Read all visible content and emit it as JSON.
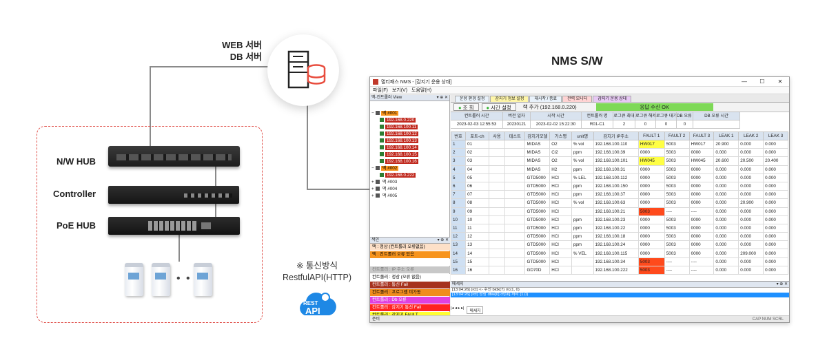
{
  "diagram": {
    "labels": {
      "nw_hub": "N/W HUB",
      "controller": "Controller",
      "poe_hub": "PoE HUB",
      "web_server": "WEB 서버",
      "db_server": "DB 서버",
      "nms_title": "NMS S/W",
      "comm_method": "※ 통신방식",
      "comm_api": "RestfulAPI(HTTP)",
      "rest_logo_top": "REST",
      "rest_logo_bottom": "API",
      "sensor_ellipsis": "• • •"
    },
    "colors": {
      "dashed_border": "#e0504a",
      "server_accent": "#e84c3d",
      "rest_blue": "#1e88e5"
    }
  },
  "window": {
    "title": "멀티패스 NMS - [감지기 운용 상태]",
    "controls": [
      "—",
      "☐",
      "✕"
    ],
    "menu": [
      "파일(F)",
      "보기(V)",
      "도움말(H)"
    ],
    "left_pane_title": "맥-컨트롤러 View",
    "pane_controls": "▾ ⊕ ✕",
    "tree": [
      {
        "label": "맥 #001",
        "kind": "site",
        "expanded": "−"
      },
      {
        "label": "192.168.0.220",
        "kind": "ip"
      },
      {
        "label": "192.168.100.11",
        "kind": "ip"
      },
      {
        "label": "192.168.100.12",
        "kind": "ip"
      },
      {
        "label": "192.168.100.13",
        "kind": "ip"
      },
      {
        "label": "192.168.100.14",
        "kind": "ip"
      },
      {
        "label": "192.168.100.15",
        "kind": "ip"
      },
      {
        "label": "192.168.100.16",
        "kind": "ip"
      },
      {
        "label": "맥 #002",
        "kind": "site",
        "expanded": "−"
      },
      {
        "label": "192.168.0.222",
        "kind": "ip"
      },
      {
        "label": "맥 #003",
        "kind": "plain",
        "expanded": "+"
      },
      {
        "label": "맥 #004",
        "kind": "plain",
        "expanded": "+"
      },
      {
        "label": "맥 #005",
        "kind": "plain",
        "expanded": "+"
      }
    ],
    "legend_title": "색인",
    "legend": [
      {
        "text": "맥 : 정상 (컨트롤러 오류없음)",
        "bg": "#fde0c8",
        "fg": "#000"
      },
      {
        "text": "맥 : 컨트롤러 오류 있음",
        "bg": "#f7941d",
        "fg": "#000"
      },
      {
        "text": "",
        "bg": "#ffffff",
        "fg": "#000"
      },
      {
        "text": "컨트롤러 : IP 주소 오류",
        "bg": "#c8c8c8",
        "fg": "#777"
      },
      {
        "text": "컨트롤러 : 정상 (오류 없음)",
        "bg": "#ffffff",
        "fg": "#000"
      },
      {
        "text": "컨트롤러 : 통신 Fail",
        "bg": "#a6321e",
        "fg": "#fff"
      },
      {
        "text": "컨트롤러 : 프로그램 미가동",
        "bg": "#f08c1e",
        "fg": "#000"
      },
      {
        "text": "컨트롤러 : Db 오류",
        "bg": "#e040e0",
        "fg": "#fff"
      },
      {
        "text": "컨트롤러 : 감지기 통신 Fail",
        "bg": "#ff2222",
        "fg": "#fff"
      },
      {
        "text": "컨트롤러 : 감지기 FAULT",
        "bg": "#ffff33",
        "fg": "#000"
      }
    ],
    "tabs": [
      {
        "label": "운용 환경 설정",
        "bg": "#e9f2fb"
      },
      {
        "label": "감지기 정보 설정",
        "bg": "#fff6a8"
      },
      {
        "label": "재시작 / 종료",
        "bg": "#e9f2fb"
      },
      {
        "label": "전력 모니터",
        "bg": "#ffd3d3"
      },
      {
        "label": "감지기 운용 상태",
        "bg": "#e7c8f4"
      }
    ],
    "buttons": {
      "query": "조 회",
      "time_set": "시간 설정",
      "rack_add": "랙 추가 (192.168.0.220)"
    },
    "status_recv": "응답 수신 OK",
    "summary_headers": [
      "컨트롤러 시간",
      "버전 일자",
      "시작 시간",
      "컨트롤러 명",
      "로그큐 최대",
      "로그큐 해제",
      "로그큐 대기",
      "DB 오류 수",
      "DB 오류 시간"
    ],
    "summary_values": [
      "2023-02-03 12:55:53",
      "20230121",
      "2023-02-02 15:22:30",
      "R01-C1",
      "2",
      "0",
      "0",
      "0",
      ""
    ],
    "columns": [
      "번호",
      "포트-ch",
      "사용",
      "테스트",
      "감지기모델",
      "가스명",
      "unit명",
      "감지기 IP주소",
      "FAULT 1",
      "FAULT 2",
      "FAULT 3",
      "LEAK 1",
      "LEAK 2",
      "LEAK 3"
    ],
    "rows": [
      [
        "1",
        "01",
        "",
        "",
        "MIDAS",
        "O2",
        "% vol",
        "192.168.100.110",
        "HW017",
        "5003",
        "HW017",
        "20.900",
        "0.000",
        "0.000"
      ],
      [
        "2",
        "02",
        "",
        "",
        "MIDAS",
        "Cl2",
        "ppm",
        "192.168.100.39",
        "0000",
        "5003",
        "0000",
        "0.000",
        "0.000",
        "0.000"
      ],
      [
        "3",
        "03",
        "",
        "",
        "MIDAS",
        "O2",
        "% vol",
        "192.168.100.101",
        "HW045",
        "5003",
        "HW045",
        "20.600",
        "20.500",
        "20.400"
      ],
      [
        "4",
        "04",
        "",
        "",
        "MIDAS",
        "H2",
        "ppm",
        "192.168.100.31",
        "0000",
        "5003",
        "0000",
        "0.000",
        "0.000",
        "0.000"
      ],
      [
        "5",
        "05",
        "",
        "",
        "GTD5000",
        "HCl",
        "% LEL",
        "192.168.100.112",
        "0000",
        "5003",
        "0000",
        "0.000",
        "0.000",
        "0.000"
      ],
      [
        "6",
        "06",
        "",
        "",
        "GTD5000",
        "HCl",
        "ppm",
        "192.168.100.150",
        "0000",
        "5003",
        "0000",
        "0.000",
        "0.000",
        "0.000"
      ],
      [
        "7",
        "07",
        "",
        "",
        "GTD5000",
        "HCl",
        "ppm",
        "192.168.100.37",
        "0000",
        "5003",
        "0000",
        "0.000",
        "0.000",
        "0.000"
      ],
      [
        "8",
        "08",
        "",
        "",
        "GTD5000",
        "HCl",
        "% vol",
        "192.168.100.63",
        "0000",
        "5003",
        "0000",
        "0.000",
        "20.900",
        "0.000"
      ],
      [
        "9",
        "09",
        "",
        "",
        "GTD5000",
        "HCl",
        "",
        "192.168.100.21",
        "5003",
        "----",
        "----",
        "0.000",
        "0.000",
        "0.000"
      ],
      [
        "10",
        "10",
        "",
        "",
        "GTD5000",
        "HCl",
        "ppm",
        "192.168.100.23",
        "0000",
        "5003",
        "0000",
        "0.000",
        "0.000",
        "0.000"
      ],
      [
        "11",
        "11",
        "",
        "",
        "GTD5000",
        "HCl",
        "ppm",
        "192.168.100.22",
        "0000",
        "5003",
        "0000",
        "0.000",
        "0.000",
        "0.000"
      ],
      [
        "12",
        "12",
        "",
        "",
        "GTD5000",
        "HCl",
        "ppm",
        "192.168.100.18",
        "0000",
        "5003",
        "0000",
        "0.000",
        "0.000",
        "0.000"
      ],
      [
        "13",
        "13",
        "",
        "",
        "GTD5000",
        "HCl",
        "ppm",
        "192.168.100.24",
        "0000",
        "5003",
        "0000",
        "0.000",
        "0.000",
        "0.000"
      ],
      [
        "14",
        "14",
        "",
        "",
        "GTD5000",
        "HCl",
        "% VEL",
        "192.168.100.115",
        "0000",
        "5003",
        "0000",
        "0.000",
        "209.000",
        "0.000"
      ],
      [
        "15",
        "15",
        "",
        "",
        "GTD5000",
        "HCl",
        "",
        "192.168.100.34",
        "5003",
        "----",
        "----",
        "0.000",
        "0.000",
        "0.000"
      ],
      [
        "16",
        "16",
        "",
        "",
        "GD70D",
        "HCl",
        "",
        "192.168.100.222",
        "5003",
        "----",
        "----",
        "0.000",
        "0.000",
        "0.000"
      ]
    ],
    "message_title": "메세지",
    "messages": [
      "[13:04:26] (rct) <- 수신 bidx(7) r/c(1, 0)",
      "[13:04:26] (rct) 정상 dbw[0] cf[16] 처리 (1,0)"
    ],
    "message_tab": "메세지",
    "nav_arrows": "|◂ ◂ ▸ ▸|",
    "status_left": "준비",
    "status_right": "CAP  NUM  SCRL"
  }
}
